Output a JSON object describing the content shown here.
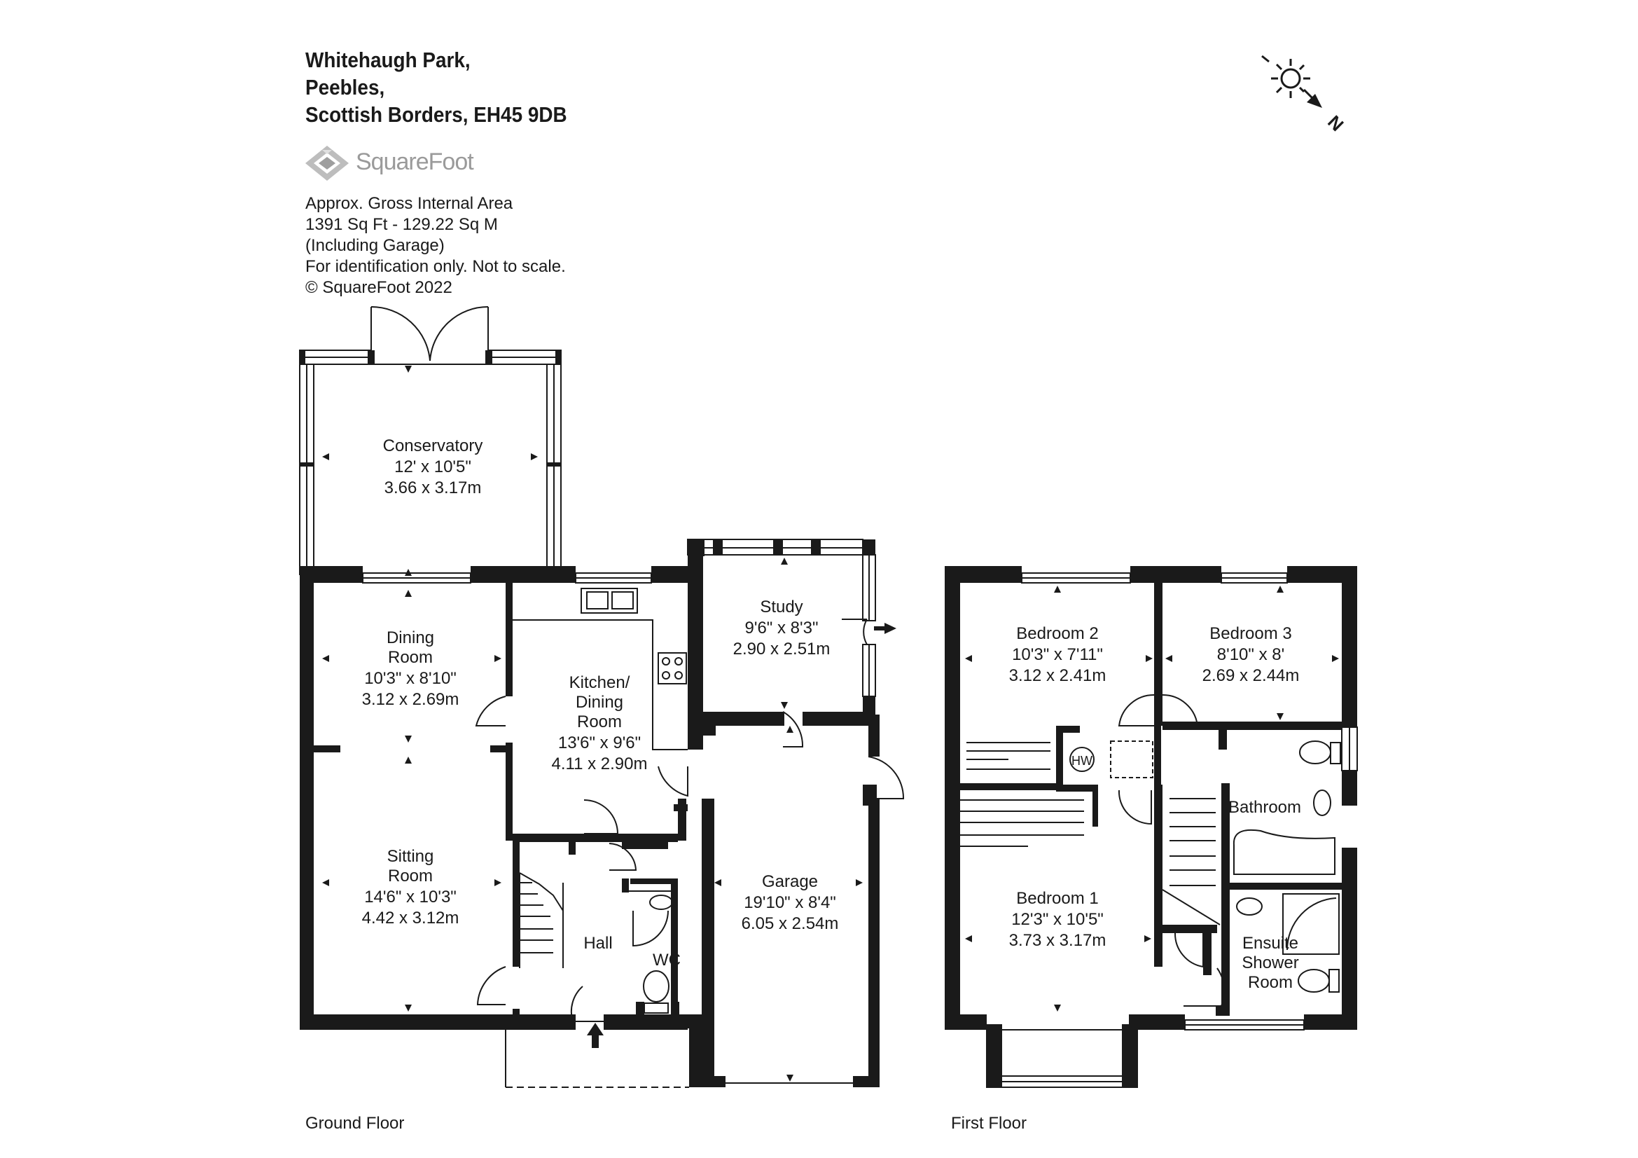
{
  "address": {
    "line1": "Whitehaugh Park,",
    "line2": "Peebles,",
    "line3": "Scottish Borders, EH45 9DB"
  },
  "logo": {
    "text": "SquareFoot",
    "icon": "squarefoot-diamond-logo"
  },
  "info": {
    "line1": "Approx. Gross Internal Area",
    "line2": "1391 Sq Ft  -  129.22 Sq M",
    "line3": "(Including Garage)",
    "line4": "For identification only. Not to scale.",
    "line5": "© SquareFoot 2022"
  },
  "compass": {
    "icon": "sun-icon",
    "north_label": "N"
  },
  "floors": {
    "ground": "Ground Floor",
    "first": "First Floor"
  },
  "rooms": {
    "conservatory": {
      "l1": "Conservatory",
      "l2": "12' x 10'5\"",
      "l3": "3.66 x 3.17m"
    },
    "dining": {
      "l1": "Dining",
      "l2": "Room",
      "l3": "10'3\" x 8'10\"",
      "l4": "3.12 x 2.69m"
    },
    "sitting": {
      "l1": "Sitting",
      "l2": "Room",
      "l3": "14'6\" x 10'3\"",
      "l4": "4.42 x 3.12m"
    },
    "kitchen": {
      "l1": "Kitchen/",
      "l2": "Dining",
      "l3": "Room",
      "l4": "13'6\" x 9'6\"",
      "l5": "4.11 x 2.90m"
    },
    "study": {
      "l1": "Study",
      "l2": "9'6\" x 8'3\"",
      "l3": "2.90 x 2.51m"
    },
    "garage": {
      "l1": "Garage",
      "l2": "19'10\" x 8'4\"",
      "l3": "6.05 x 2.54m"
    },
    "hall": {
      "l1": "Hall"
    },
    "wc": {
      "l1": "WC"
    },
    "bedroom2": {
      "l1": "Bedroom 2",
      "l2": "10'3\" x 7'11\"",
      "l3": "3.12 x 2.41m"
    },
    "bedroom3": {
      "l1": "Bedroom 3",
      "l2": "8'10\" x 8'",
      "l3": "2.69 x 2.44m"
    },
    "bathroom": {
      "l1": "Bathroom"
    },
    "bedroom1": {
      "l1": "Bedroom 1",
      "l2": "12'3\" x 10'5\"",
      "l3": "3.73 x 3.17m"
    },
    "ensuite": {
      "l1": "Ensuite",
      "l2": "Shower",
      "l3": "Room"
    },
    "hw": {
      "l1": "HW"
    }
  }
}
